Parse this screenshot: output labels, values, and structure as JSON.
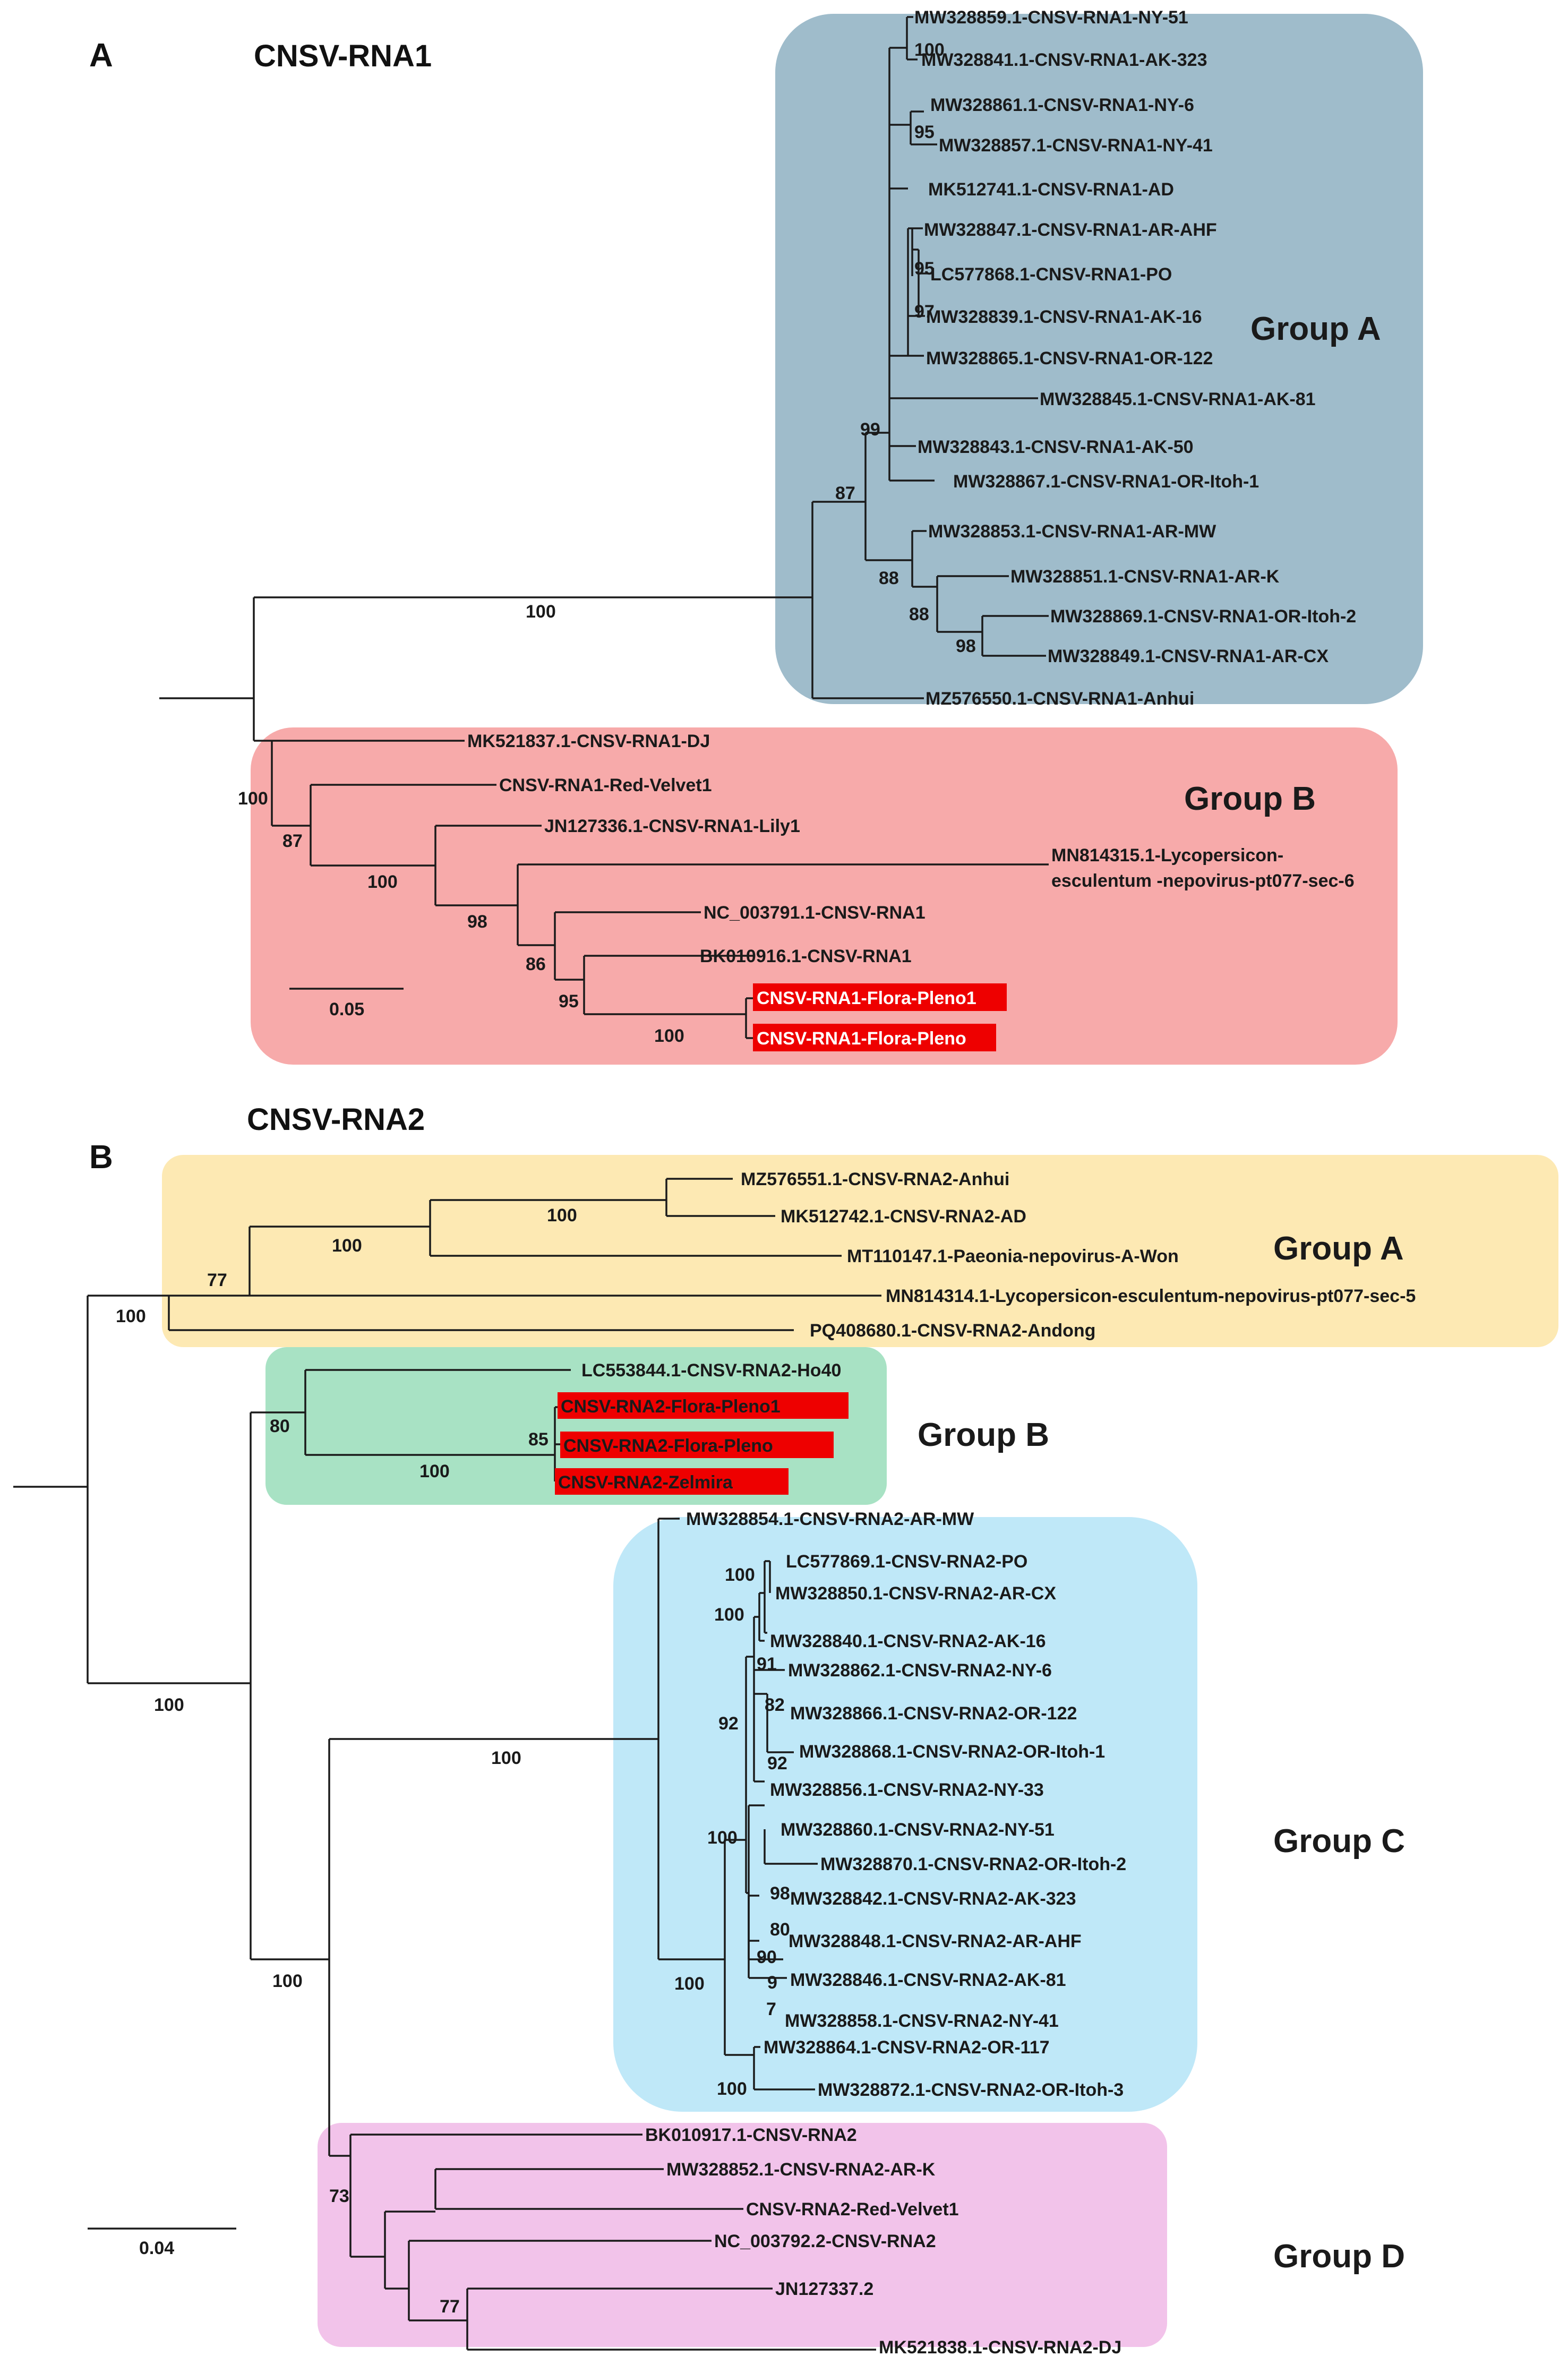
{
  "panelA": {
    "letter": "A",
    "title": "CNSV-RNA1",
    "groups": {
      "A": "Group A",
      "B": "Group B"
    },
    "scale": "0.05",
    "bootstraps": [
      "100",
      "95",
      "95",
      "97",
      "99",
      "87",
      "88",
      "88",
      "98",
      "100",
      "100",
      "87",
      "100",
      "98",
      "86",
      "95",
      "100"
    ],
    "taxa": [
      "MW328859.1-CNSV-RNA1-NY-51",
      "MW328841.1-CNSV-RNA1-AK-323",
      "MW328861.1-CNSV-RNA1-NY-6",
      "MW328857.1-CNSV-RNA1-NY-41",
      "MK512741.1-CNSV-RNA1-AD",
      "MW328847.1-CNSV-RNA1-AR-AHF",
      "LC577868.1-CNSV-RNA1-PO",
      "MW328839.1-CNSV-RNA1-AK-16",
      "MW328865.1-CNSV-RNA1-OR-122",
      "MW328845.1-CNSV-RNA1-AK-81",
      "MW328843.1-CNSV-RNA1-AK-50",
      "MW328867.1-CNSV-RNA1-OR-Itoh-1",
      "MW328853.1-CNSV-RNA1-AR-MW",
      "MW328851.1-CNSV-RNA1-AR-K",
      "MW328869.1-CNSV-RNA1-OR-Itoh-2",
      "MW328849.1-CNSV-RNA1-AR-CX",
      "MZ576550.1-CNSV-RNA1-Anhui",
      "MK521837.1-CNSV-RNA1-DJ",
      "CNSV-RNA1-Red-Velvet1",
      "JN127336.1-CNSV-RNA1-Lily1",
      "MN814315.1-Lycopersicon-",
      "esculentum -nepovirus-pt077-sec-6",
      "NC_003791.1-CNSV-RNA1",
      "BK010916.1-CNSV-RNA1"
    ],
    "highlighted": [
      "CNSV-RNA1-Flora-Pleno1",
      "CNSV-RNA1-Flora-Pleno"
    ]
  },
  "panelB": {
    "letter": "B",
    "title": "CNSV-RNA2",
    "groups": {
      "A": "Group A",
      "B": "Group B",
      "C": "Group C",
      "D": "Group D"
    },
    "scale": "0.04",
    "bootstraps": [
      "100",
      "100",
      "77",
      "100",
      "80",
      "100",
      "85",
      "100",
      "100",
      "100",
      "100",
      "91",
      "82",
      "92",
      "92",
      "100",
      "98",
      "80",
      "90",
      "9",
      "7",
      "100",
      "100",
      "73",
      "77",
      "100"
    ],
    "taxa": [
      "MZ576551.1-CNSV-RNA2-Anhui",
      "MK512742.1-CNSV-RNA2-AD",
      "MT110147.1-Paeonia-nepovirus-A-Won",
      "MN814314.1-Lycopersicon-esculentum-nepovirus-pt077-sec-5",
      "PQ408680.1-CNSV-RNA2-Andong",
      "LC553844.1-CNSV-RNA2-Ho40",
      "MW328854.1-CNSV-RNA2-AR-MW",
      "LC577869.1-CNSV-RNA2-PO",
      "MW328850.1-CNSV-RNA2-AR-CX",
      "MW328840.1-CNSV-RNA2-AK-16",
      "MW328862.1-CNSV-RNA2-NY-6",
      "MW328866.1-CNSV-RNA2-OR-122",
      "MW328868.1-CNSV-RNA2-OR-Itoh-1",
      "MW328856.1-CNSV-RNA2-NY-33",
      "MW328860.1-CNSV-RNA2-NY-51",
      "MW328870.1-CNSV-RNA2-OR-Itoh-2",
      "MW328842.1-CNSV-RNA2-AK-323",
      "MW328848.1-CNSV-RNA2-AR-AHF",
      "MW328846.1-CNSV-RNA2-AK-81",
      "MW328858.1-CNSV-RNA2-NY-41",
      "MW328864.1-CNSV-RNA2-OR-117",
      "MW328872.1-CNSV-RNA2-OR-Itoh-3",
      "BK010917.1-CNSV-RNA2",
      "MW328852.1-CNSV-RNA2-AR-K",
      "CNSV-RNA2-Red-Velvet1",
      "NC_003792.2-CNSV-RNA2",
      "JN127337.2",
      "MK521838.1-CNSV-RNA2-DJ"
    ],
    "highlighted": [
      "CNSV-RNA2-Flora-Pleno1",
      "CNSV-RNA2-Flora-Pleno",
      "CNSV-RNA2-Zelmira"
    ]
  },
  "colors": {
    "rna1_group_a": "#9fbccb",
    "rna1_group_b": "#f7aaaa",
    "rna2_group_a": "#fde9b3",
    "rna2_group_b": "#a8e2c4",
    "rna2_group_c": "#bfe8f8",
    "rna2_group_d": "#f2c3ea",
    "highlight": "#ee0000"
  }
}
